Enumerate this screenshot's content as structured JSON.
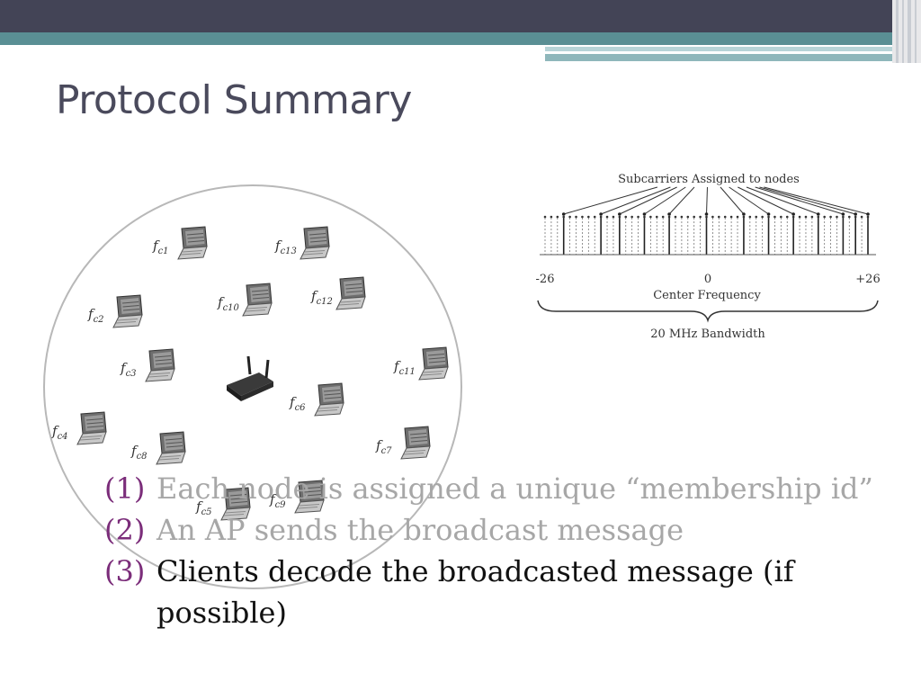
{
  "title": "Protocol Summary",
  "network": {
    "access_point_icon": "wireless-router-icon",
    "client_icon": "laptop-icon",
    "nodes": [
      {
        "sym": "f",
        "sub": "c1"
      },
      {
        "sym": "f",
        "sub": "c13"
      },
      {
        "sym": "f",
        "sub": "c10"
      },
      {
        "sym": "f",
        "sub": "c12"
      },
      {
        "sym": "f",
        "sub": "c2"
      },
      {
        "sym": "f",
        "sub": "c3"
      },
      {
        "sym": "f",
        "sub": "c11"
      },
      {
        "sym": "f",
        "sub": "c6"
      },
      {
        "sym": "f",
        "sub": "c4"
      },
      {
        "sym": "f",
        "sub": "c8"
      },
      {
        "sym": "f",
        "sub": "c7"
      },
      {
        "sym": "f",
        "sub": "c5"
      },
      {
        "sym": "f",
        "sub": "c9"
      }
    ]
  },
  "ofdm": {
    "heading": "Subcarriers Assigned to nodes",
    "left_label": "-26",
    "center_label": "0",
    "right_label": "+26",
    "axis_label": "Center Frequency",
    "bandwidth_label": "20 MHz Bandwidth",
    "subcarrier_count": 53,
    "assigned_count": 13
  },
  "steps": [
    {
      "num": "(1)",
      "text": "Each node is assigned a unique “membership id”",
      "state": "dim"
    },
    {
      "num": "(2)",
      "text": "An AP sends the broadcast message",
      "state": "dim"
    },
    {
      "num": "(3)",
      "text": "Clients decode the broadcasted message (if possible)",
      "state": "active"
    }
  ],
  "colors": {
    "accent_number": "#7b2d7a",
    "dim_text": "#a7a7a7",
    "header_bar": "#434456",
    "teal_band": "#5a8f94"
  }
}
